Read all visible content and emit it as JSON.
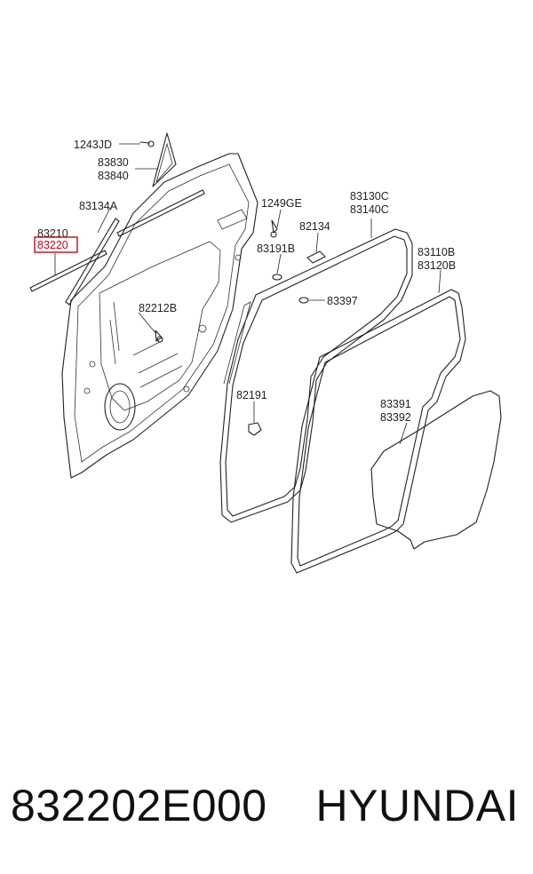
{
  "diagram": {
    "labels": {
      "l1243JD": "1243JD",
      "l83830": "83830",
      "l83840": "83840",
      "l83134A": "83134A",
      "l83210": "83210",
      "l83220": "83220",
      "l1249GE": "1249GE",
      "l82134": "82134",
      "l83130C": "83130C",
      "l83140C": "83140C",
      "l83191B": "83191B",
      "l83110B": "83110B",
      "l83120B": "83120B",
      "l83397": "83397",
      "l82212B": "82212B",
      "l82191": "82191",
      "l83391": "83391",
      "l83392": "83392"
    },
    "highlight_color": "#d0021b"
  },
  "footer": {
    "part_number": "832202E000",
    "brand": "HYUNDAI"
  }
}
